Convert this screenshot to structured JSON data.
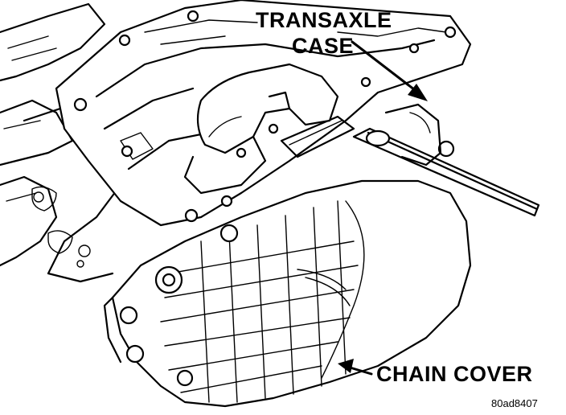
{
  "labels": {
    "transaxle_case_line1": "TRANSAXLE",
    "transaxle_case_line2": "CASE",
    "chain_cover": "CHAIN COVER",
    "figure_code": "80ad8407"
  }
}
